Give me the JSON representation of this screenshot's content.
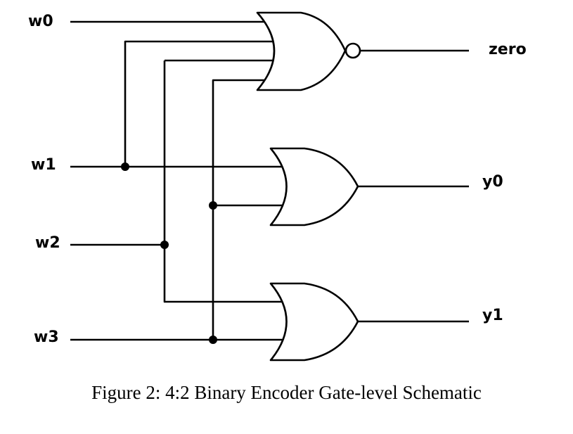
{
  "inputs": [
    "w0",
    "w1",
    "w2",
    "w3"
  ],
  "outputs": [
    "zero",
    "y0",
    "y1"
  ],
  "caption": "Figure 2: 4:2 Binary Encoder Gate-level Schematic",
  "gates": [
    {
      "id": "nor-zero",
      "type": "NOR",
      "inputs": [
        "w0",
        "w1",
        "w2",
        "w3"
      ],
      "output": "zero"
    },
    {
      "id": "or-y0",
      "type": "OR",
      "inputs": [
        "w1",
        "w3"
      ],
      "output": "y0"
    },
    {
      "id": "or-y1",
      "type": "OR",
      "inputs": [
        "w2",
        "w3"
      ],
      "output": "y1"
    }
  ],
  "colors": {
    "stroke": "#000000",
    "background": "#ffffff"
  }
}
